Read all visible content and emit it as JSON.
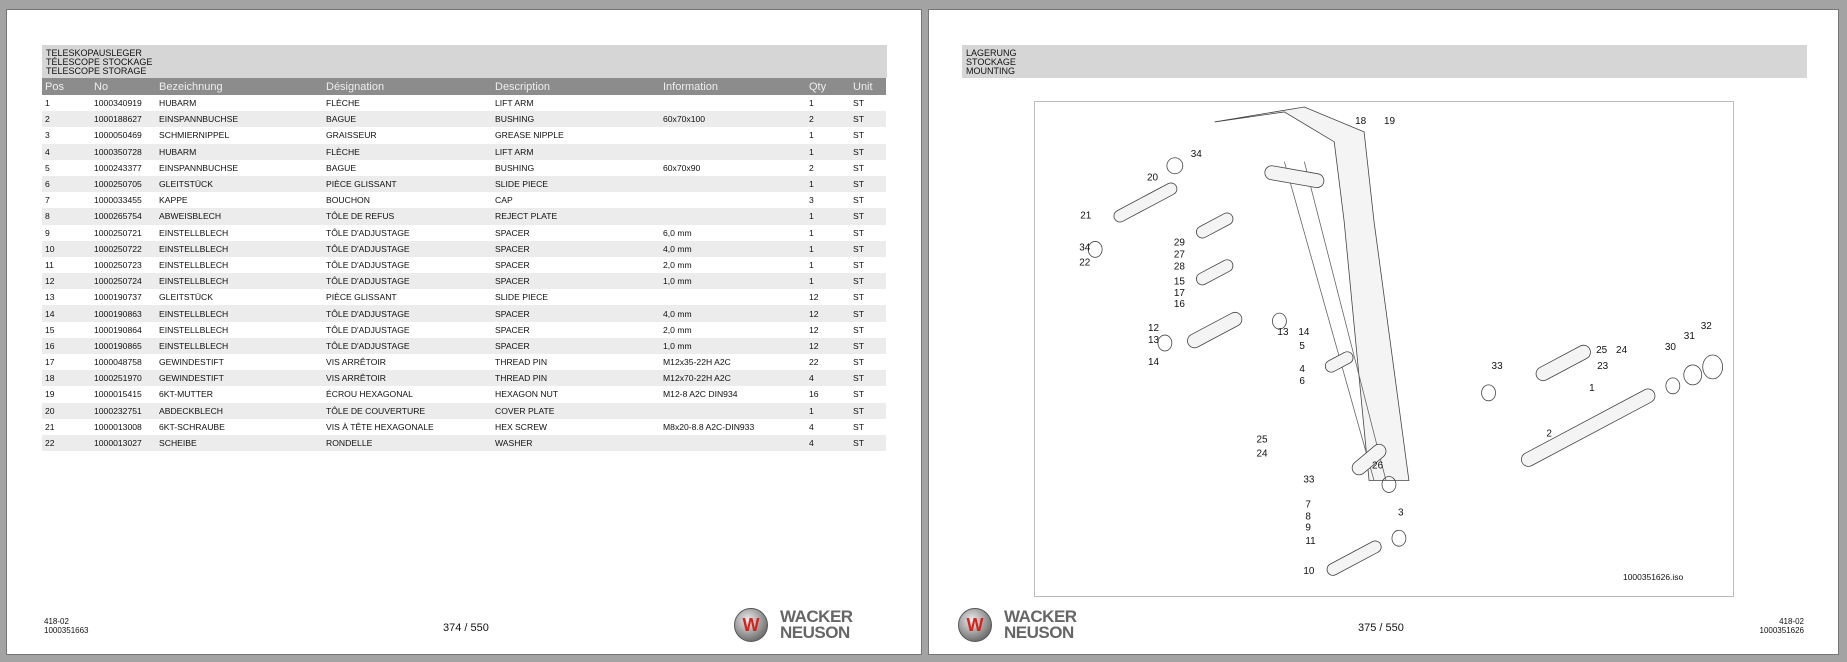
{
  "left_page": {
    "section_titles": [
      "TELESKOPAUSLEGER",
      "TÉLESCOPE STOCKAGE",
      "TELESCOPE STORAGE"
    ],
    "columns": [
      "Pos",
      "No",
      "Bezeichnung",
      "Désignation",
      "Description",
      "Information",
      "Qty",
      "Unit"
    ],
    "rows": [
      [
        "1",
        "1000340919",
        "HUBARM",
        "FLÈCHE",
        "LIFT ARM",
        "",
        "1",
        "ST"
      ],
      [
        "2",
        "1000188627",
        "EINSPANNBUCHSE",
        "BAGUE",
        "BUSHING",
        "60x70x100",
        "2",
        "ST"
      ],
      [
        "3",
        "1000050469",
        "SCHMIERNIPPEL",
        "GRAISSEUR",
        "GREASE NIPPLE",
        "",
        "1",
        "ST"
      ],
      [
        "4",
        "1000350728",
        "HUBARM",
        "FLÈCHE",
        "LIFT ARM",
        "",
        "1",
        "ST"
      ],
      [
        "5",
        "1000243377",
        "EINSPANNBUCHSE",
        "BAGUE",
        "BUSHING",
        "60x70x90",
        "2",
        "ST"
      ],
      [
        "6",
        "1000250705",
        "GLEITSTÜCK",
        "PIÈCE GLISSANT",
        "SLIDE PIECE",
        "",
        "1",
        "ST"
      ],
      [
        "7",
        "1000033455",
        "KAPPE",
        "BOUCHON",
        "CAP",
        "",
        "3",
        "ST"
      ],
      [
        "8",
        "1000265754",
        "ABWEISBLECH",
        "TÔLE DE REFUS",
        "REJECT PLATE",
        "",
        "1",
        "ST"
      ],
      [
        "9",
        "1000250721",
        "EINSTELLBLECH",
        "TÔLE D'ADJUSTAGE",
        "SPACER",
        "6,0 mm",
        "1",
        "ST"
      ],
      [
        "10",
        "1000250722",
        "EINSTELLBLECH",
        "TÔLE D'ADJUSTAGE",
        "SPACER",
        "4,0 mm",
        "1",
        "ST"
      ],
      [
        "11",
        "1000250723",
        "EINSTELLBLECH",
        "TÔLE D'ADJUSTAGE",
        "SPACER",
        "2,0 mm",
        "1",
        "ST"
      ],
      [
        "12",
        "1000250724",
        "EINSTELLBLECH",
        "TÔLE D'ADJUSTAGE",
        "SPACER",
        "1,0 mm",
        "1",
        "ST"
      ],
      [
        "13",
        "1000190737",
        "GLEITSTÜCK",
        "PIÈCE GLISSANT",
        "SLIDE PIECE",
        "",
        "12",
        "ST"
      ],
      [
        "14",
        "1000190863",
        "EINSTELLBLECH",
        "TÔLE D'ADJUSTAGE",
        "SPACER",
        "4,0 mm",
        "12",
        "ST"
      ],
      [
        "15",
        "1000190864",
        "EINSTELLBLECH",
        "TÔLE D'ADJUSTAGE",
        "SPACER",
        "2,0 mm",
        "12",
        "ST"
      ],
      [
        "16",
        "1000190865",
        "EINSTELLBLECH",
        "TÔLE D'ADJUSTAGE",
        "SPACER",
        "1,0 mm",
        "12",
        "ST"
      ],
      [
        "17",
        "1000048758",
        "GEWINDESTIFT",
        "VIS ARRÊTOIR",
        "THREAD PIN",
        "M12x35-22H A2C",
        "22",
        "ST"
      ],
      [
        "18",
        "1000251970",
        "GEWINDESTIFT",
        "VIS ARRÊTOIR",
        "THREAD PIN",
        "M12x70-22H A2C",
        "4",
        "ST"
      ],
      [
        "19",
        "1000015415",
        "6KT-MUTTER",
        "ÉCROU HEXAGONAL",
        "HEXAGON NUT",
        "M12-8 A2C DIN934",
        "16",
        "ST"
      ],
      [
        "20",
        "1000232751",
        "ABDECKBLECH",
        "TÔLE DE COUVERTURE",
        "COVER PLATE",
        "",
        "1",
        "ST"
      ],
      [
        "21",
        "1000013008",
        "6KT-SCHRAUBE",
        "VIS À TÊTE HEXAGONALE",
        "HEX SCREW",
        "M8x20-8.8 A2C-DIN933",
        "4",
        "ST"
      ],
      [
        "22",
        "1000013027",
        "SCHEIBE",
        "RONDELLE",
        "WASHER",
        "",
        "4",
        "ST"
      ]
    ],
    "footer": {
      "code": "418-02",
      "doc_no": "1000351663",
      "page": "374 / 550"
    }
  },
  "right_page": {
    "section_titles": [
      "LAGERUNG",
      "STOCKAGE",
      "MOUNTING"
    ],
    "diagram_ref": "1000351626.iso",
    "callouts": [
      "18",
      "19",
      "34",
      "20",
      "21",
      "34",
      "22",
      "29",
      "27",
      "28",
      "15",
      "17",
      "16",
      "12",
      "13",
      "14",
      "13",
      "14",
      "5",
      "4",
      "6",
      "33",
      "25",
      "24",
      "23",
      "30",
      "31",
      "32",
      "1",
      "2",
      "25",
      "24",
      "26",
      "33",
      "7",
      "8",
      "9",
      "11",
      "3",
      "10"
    ],
    "footer": {
      "code": "418-02",
      "doc_no": "1000351626",
      "page": "375 / 550"
    }
  },
  "brand": {
    "logo_text_1": "WACKER",
    "logo_text_2": "NEUSON",
    "logo_mark": "W",
    "accent": "#d8231d"
  }
}
